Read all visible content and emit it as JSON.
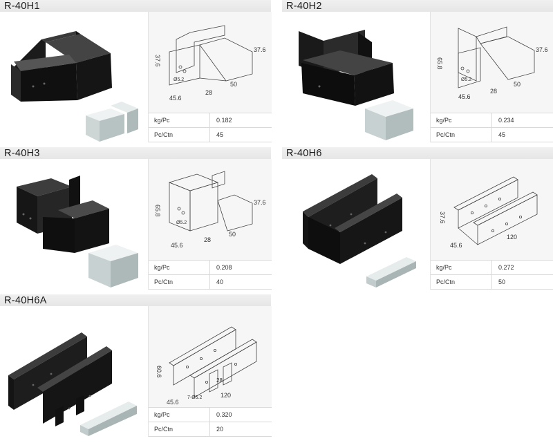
{
  "products": [
    {
      "title": "R-40H1",
      "specs": [
        {
          "label": "kg/Pc",
          "value": "0.182"
        },
        {
          "label": "Pc/Ctn",
          "value": "45"
        }
      ],
      "dims": [
        "37.6",
        "37.6",
        "45.6",
        "28",
        "50",
        "Ø5.2"
      ]
    },
    {
      "title": "R-40H2",
      "specs": [
        {
          "label": "kg/Pc",
          "value": "0.234"
        },
        {
          "label": "Pc/Ctn",
          "value": "45"
        }
      ],
      "dims": [
        "65.8",
        "37.6",
        "45.6",
        "28",
        "50",
        "Ø5.2"
      ]
    },
    {
      "title": "R-40H3",
      "specs": [
        {
          "label": "kg/Pc",
          "value": "0.208"
        },
        {
          "label": "Pc/Ctn",
          "value": "40"
        }
      ],
      "dims": [
        "65.8",
        "37.6",
        "45.6",
        "28",
        "50",
        "Ø5.2"
      ]
    },
    {
      "title": "R-40H6",
      "specs": [
        {
          "label": "kg/Pc",
          "value": "0.272"
        },
        {
          "label": "Pc/Ctn",
          "value": "50"
        }
      ],
      "dims": [
        "37.6",
        "45.6",
        "120"
      ]
    },
    {
      "title": "R-40H6A",
      "specs": [
        {
          "label": "kg/Pc",
          "value": "0.320"
        },
        {
          "label": "Pc/Ctn",
          "value": "20"
        }
      ],
      "dims": [
        "60.6",
        "45.6",
        "120",
        "28",
        "7-Ø5.2"
      ]
    }
  ],
  "colors": {
    "header_bg": "#e9e9e9",
    "drawing_bg": "#f6f6f6",
    "metal_dark": "#1c1c1c",
    "metal_light": "#d8e0e0"
  }
}
